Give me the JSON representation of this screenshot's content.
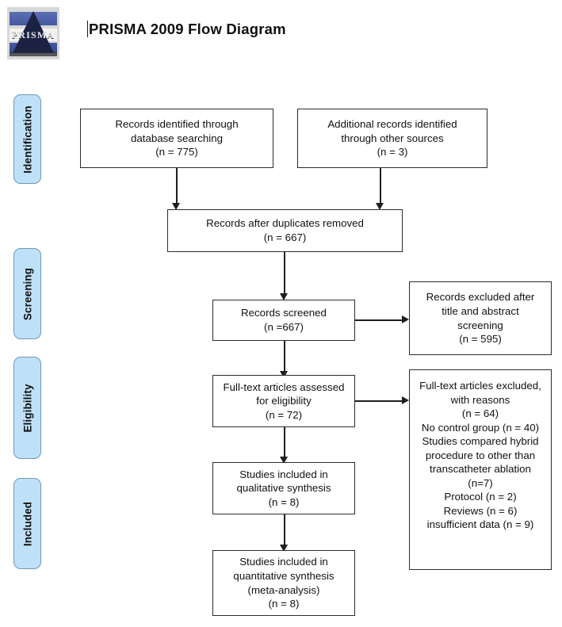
{
  "header": {
    "title": "PRISMA 2009 Flow Diagram",
    "logo_text": "PRISMA",
    "logo_name": "prisma-logo"
  },
  "stages": [
    {
      "id": "identification",
      "label": "Identification"
    },
    {
      "id": "screening",
      "label": "Screening"
    },
    {
      "id": "eligibility",
      "label": "Eligibility"
    },
    {
      "id": "included",
      "label": "Included"
    }
  ],
  "boxes": {
    "records_database": "Records identified through\ndatabase searching\n(n = 775)",
    "records_other": "Additional records identified\nthrough other sources\n(n = 3)",
    "duplicates_removed": "Records after duplicates removed\n(n = 667)",
    "records_screened": "Records screened\n(n =667)",
    "records_excluded": "Records excluded after\ntitle and abstract\nscreening\n(n = 595)",
    "fulltext_assessed": "Full-text articles assessed\nfor eligibility\n(n = 72)",
    "fulltext_excluded": "Full-text articles excluded,\nwith reasons\n(n = 64)\nNo control group (n = 40)\nStudies compared hybrid\nprocedure to other than\ntranscatheter ablation\n(n=7)\nProtocol (n = 2)\nReviews (n = 6)\ninsufficient data (n = 9)",
    "qualitative_synthesis": "Studies included in\nqualitative synthesis\n(n = 8)",
    "quantitative_synthesis": "Studies included in\nquantitative synthesis\n(meta-analysis)\n(n = 8)"
  },
  "counts": {
    "records_database": 775,
    "records_other": 3,
    "duplicates_removed": 667,
    "records_screened": 667,
    "records_excluded": 595,
    "fulltext_assessed": 72,
    "fulltext_excluded_total": 64,
    "no_control_group": 40,
    "hybrid_vs_other": 7,
    "protocol": 2,
    "reviews": 6,
    "insufficient_data": 9,
    "qualitative_synthesis": 8,
    "quantitative_synthesis": 8
  },
  "colors": {
    "stage_fill": "#bfe1f7",
    "stage_border": "#7396b5",
    "box_border": "#2c2c2c",
    "line": "#1f1f1f",
    "text": "#111111"
  }
}
